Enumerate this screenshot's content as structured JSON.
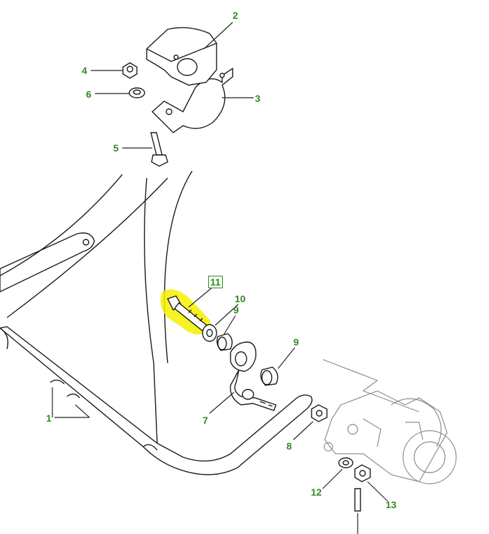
{
  "colors": {
    "label": "#2f8a1f",
    "leader": "#222222",
    "outline": "#1a1a1a",
    "fill": "#ffffff",
    "faint": "#8c8c8c",
    "highlight": "#f6f000"
  },
  "icons": {
    "bushing": "rubber-bushing-icon",
    "clamp": "clamp-bracket-icon",
    "bolt": "bolt-icon",
    "nut": "nut-icon",
    "washer": "washer-icon",
    "link": "drop-link-icon",
    "bar": "anti-roll-bar-icon",
    "knuckle": "axle-bracket-icon"
  },
  "callouts": {
    "c1": "1",
    "c2": "2",
    "c3": "3",
    "c4": "4",
    "c5": "5",
    "c6": "6",
    "c7": "7",
    "c8": "8",
    "c9a": "9",
    "c9b": "9",
    "c10": "10",
    "c11": "11",
    "c12": "12",
    "c13": "13"
  },
  "highlighted_part": "11"
}
